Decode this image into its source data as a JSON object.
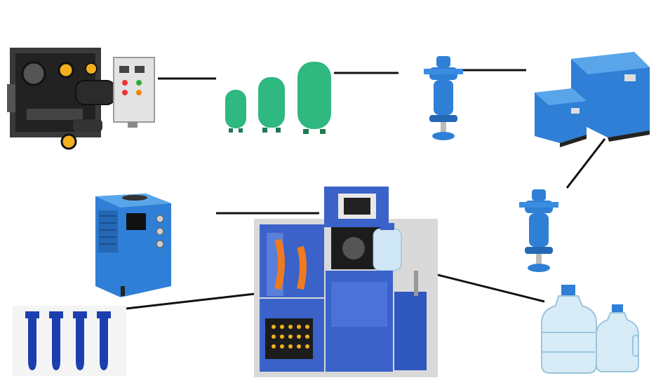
{
  "diagram": {
    "title": "",
    "colors": {
      "background": "#ffffff",
      "connector": "#111111",
      "tank_green": "#2fb87f",
      "equipment_blue": "#2f7fd6",
      "machine_blue": "#3a62c9",
      "preform_blue": "#1c3fb0",
      "bottle_clear": "#d7ecf7",
      "compressor_dark": "#2a2a2a",
      "accent_yellow": "#f2b01e",
      "cabinet_grey": "#e6e6e6"
    },
    "nodes": [
      {
        "id": "air-compressor",
        "icon": "air-compressor-with-control-panel"
      },
      {
        "id": "air-tanks",
        "icon": "air-receiver-tanks"
      },
      {
        "id": "filter-top",
        "icon": "air-filter"
      },
      {
        "id": "air-dryers",
        "icon": "refrigerated-air-dryers"
      },
      {
        "id": "filter-right",
        "icon": "air-filter"
      },
      {
        "id": "water-chiller",
        "icon": "water-chiller"
      },
      {
        "id": "blow-molding-machine",
        "icon": "semi-automatic-blow-molding-machine"
      },
      {
        "id": "preforms",
        "icon": "pet-preforms"
      },
      {
        "id": "water-bottles",
        "icon": "water-bottles"
      }
    ],
    "connections": [
      {
        "from": "air-compressor",
        "to": "air-tanks"
      },
      {
        "from": "air-tanks",
        "to": "filter-top"
      },
      {
        "from": "filter-top",
        "to": "air-dryers"
      },
      {
        "from": "air-dryers",
        "to": "filter-right"
      },
      {
        "from": "water-chiller",
        "to": "blow-molding-machine"
      },
      {
        "from": "preforms",
        "to": "blow-molding-machine"
      },
      {
        "from": "blow-molding-machine",
        "to": "water-bottles"
      }
    ]
  }
}
